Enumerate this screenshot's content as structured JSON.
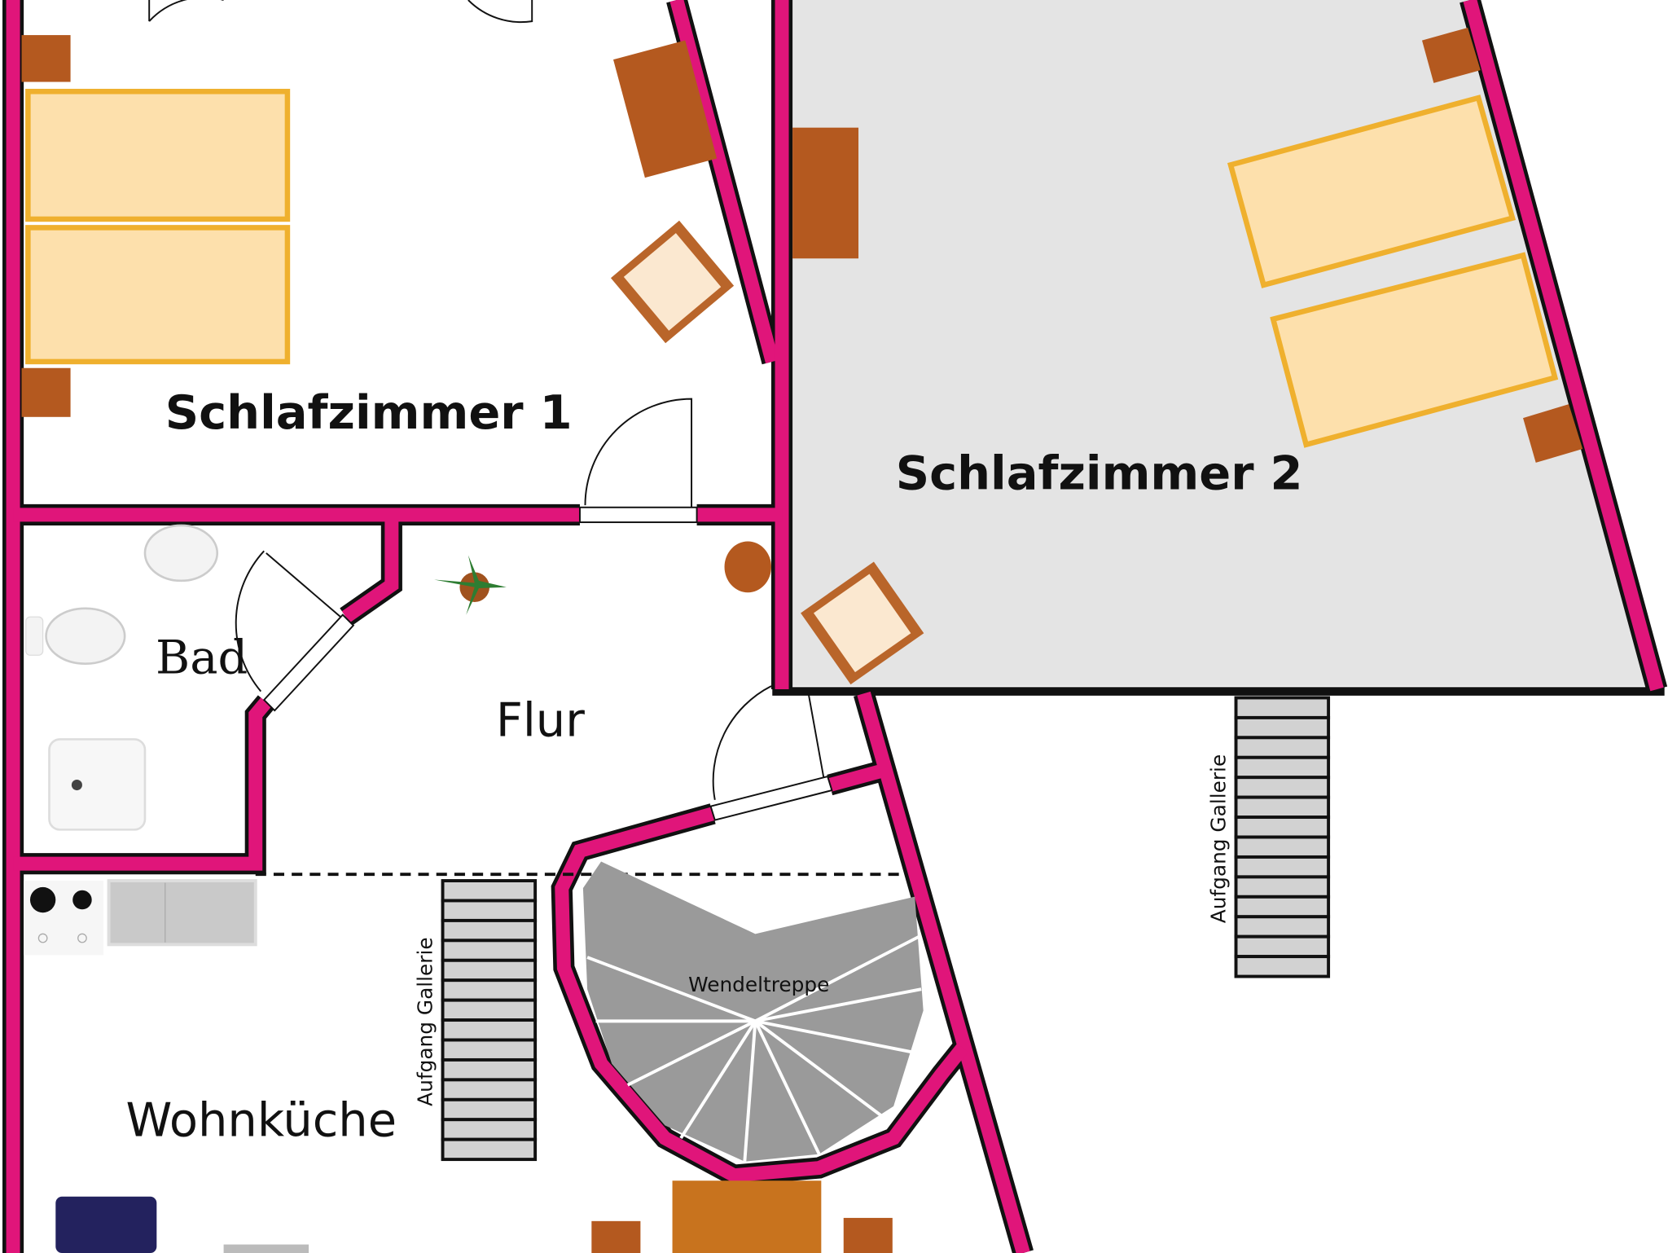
{
  "rooms": {
    "schlafzimmer1": "Schlafzimmer 1",
    "schlafzimmer2": "Schlafzimmer 2",
    "bad": "Bad",
    "flur": "Flur",
    "wohnkueche": "Wohnküche",
    "wendeltreppe": "Wendeltreppe"
  },
  "stairs": {
    "left_label": "Aufgang Gallerie",
    "right_label": "Aufgang Gallerie"
  },
  "colors": {
    "wall": "#e0157a",
    "bed_fill": "#fde0ac",
    "bed_stroke": "#efb02e",
    "wood": "#b4591f",
    "table": "#c8731e",
    "sofa": "#23225e",
    "room2_floor": "#e4e4e4",
    "spiral": "#9a9a9a"
  }
}
